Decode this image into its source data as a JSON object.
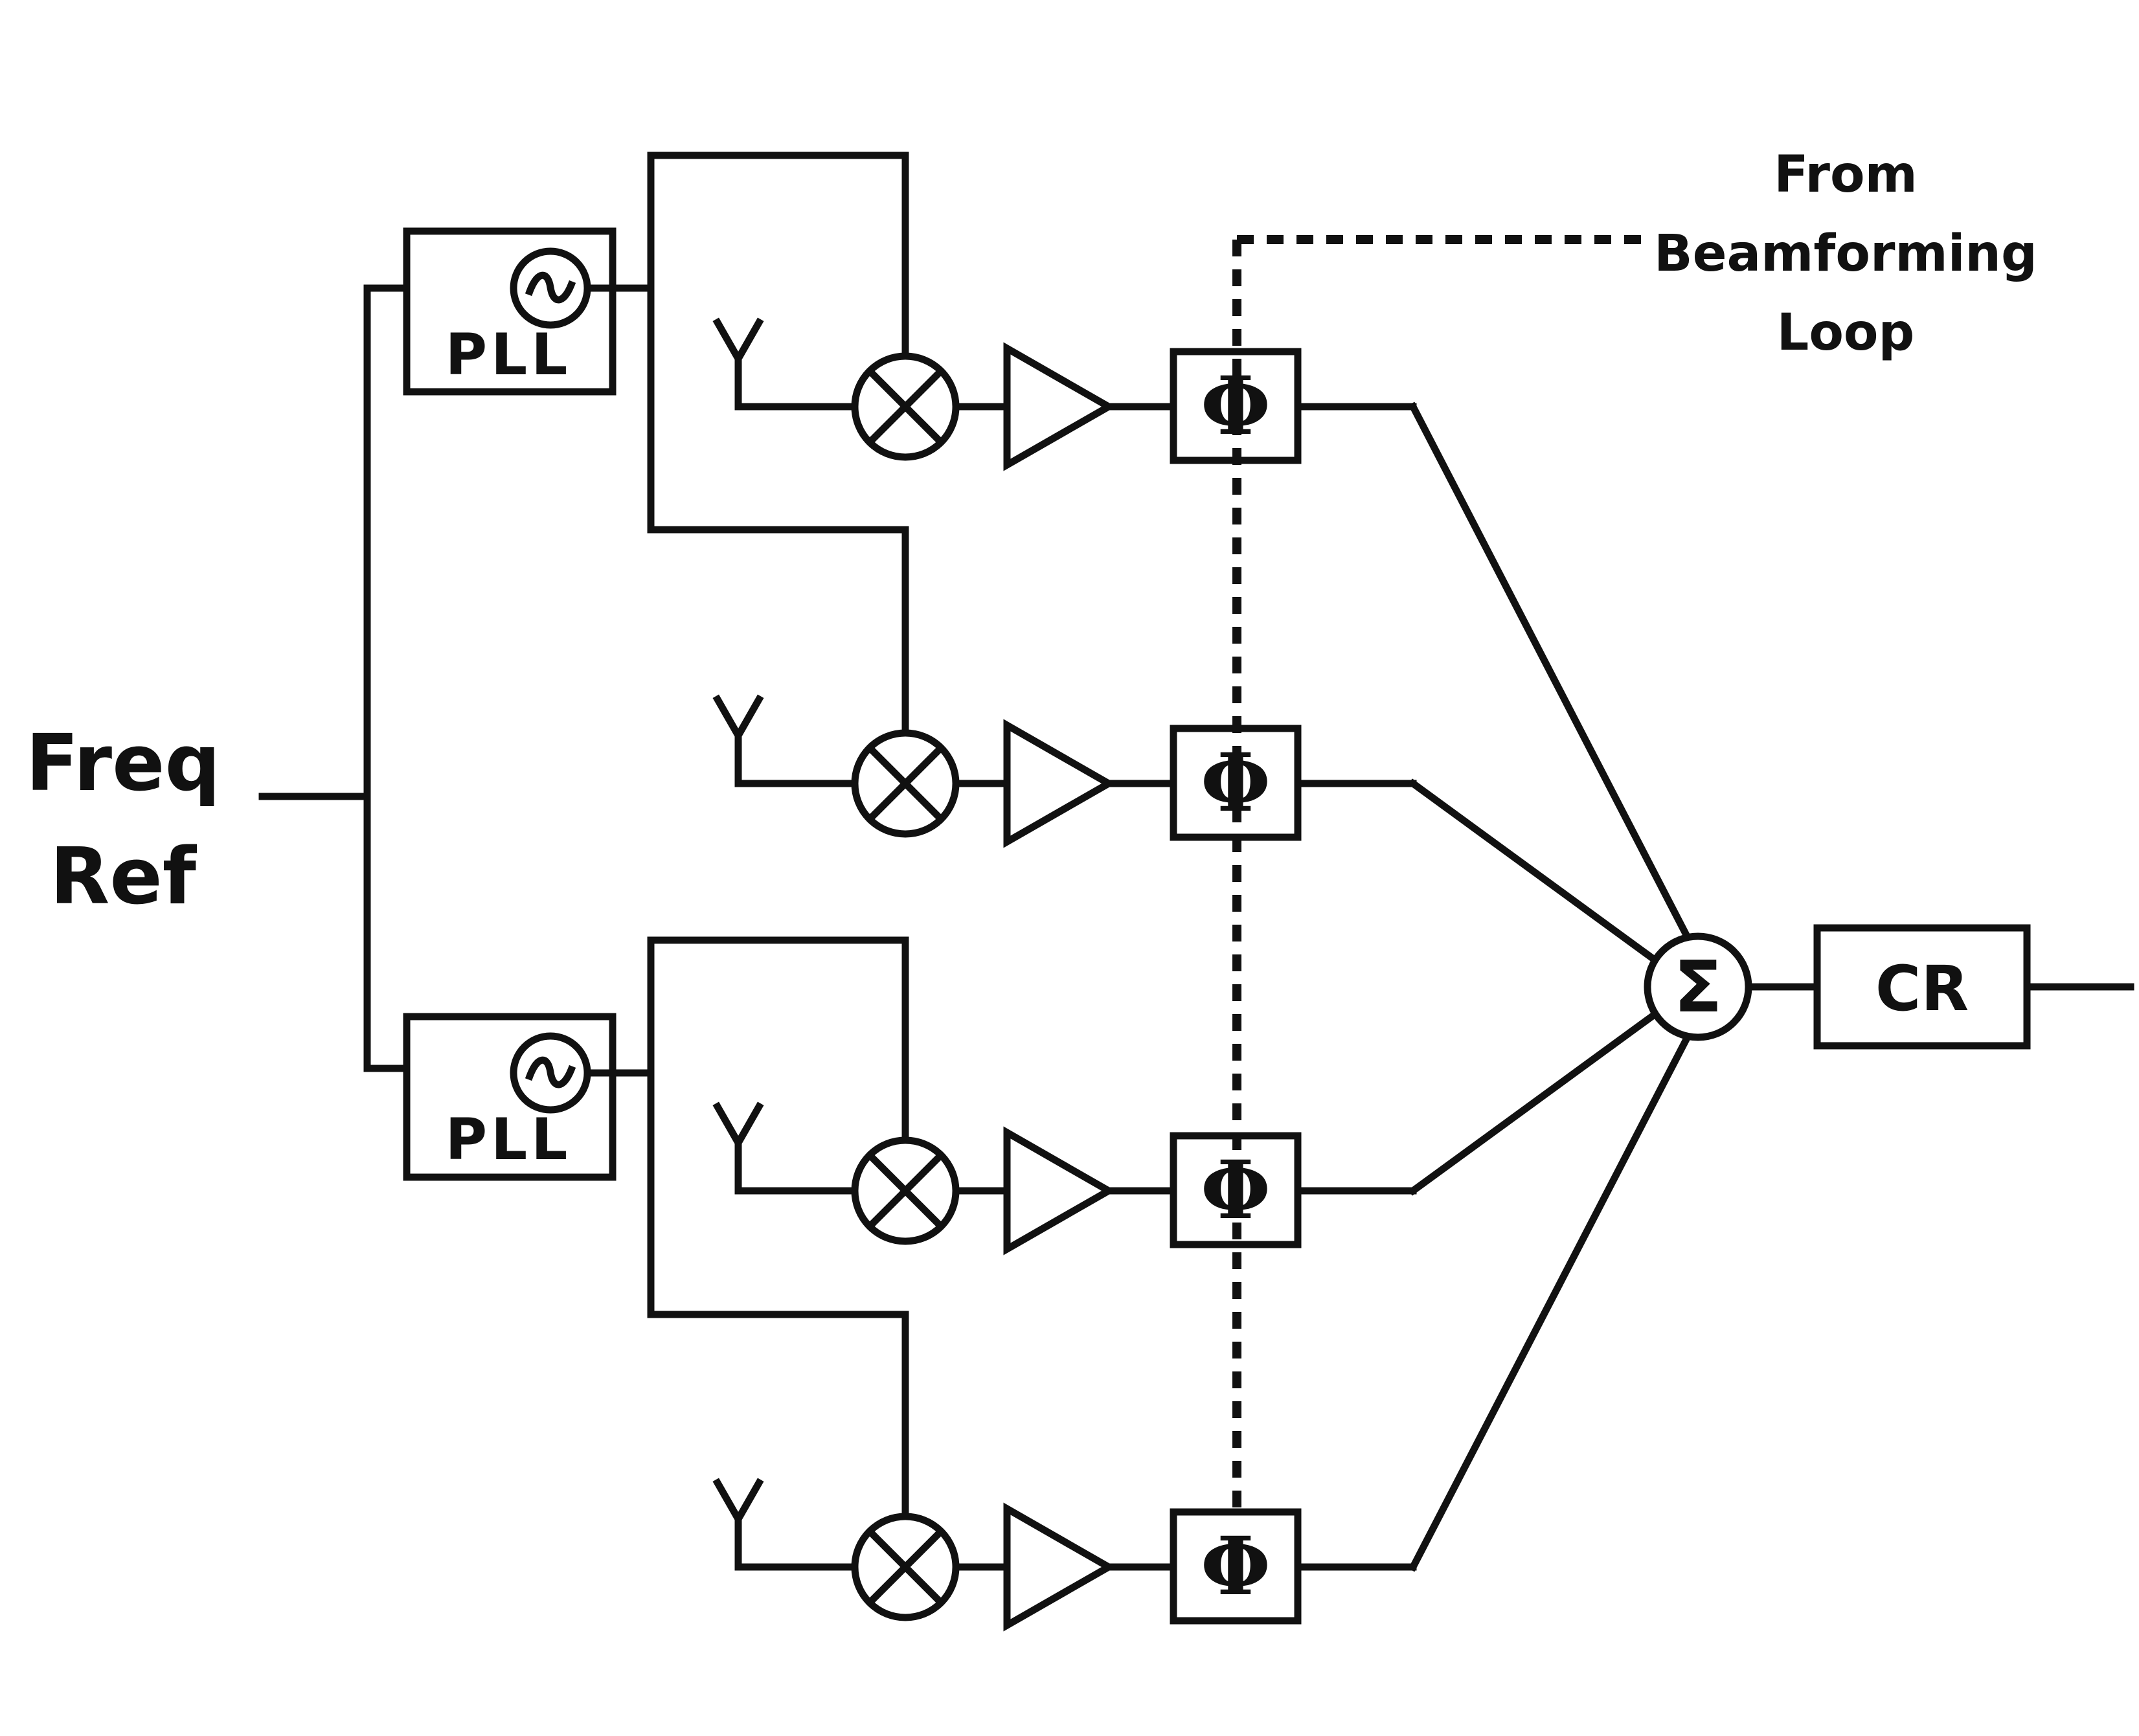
{
  "labels": {
    "freq_line1": "Freq",
    "freq_line2": "Ref",
    "pll": "PLL",
    "phase_shifter": "Φ",
    "summer": "Σ",
    "combiner": "CR",
    "from_line1": "From",
    "from_line2": "Beamforming",
    "from_line3": "Loop"
  }
}
